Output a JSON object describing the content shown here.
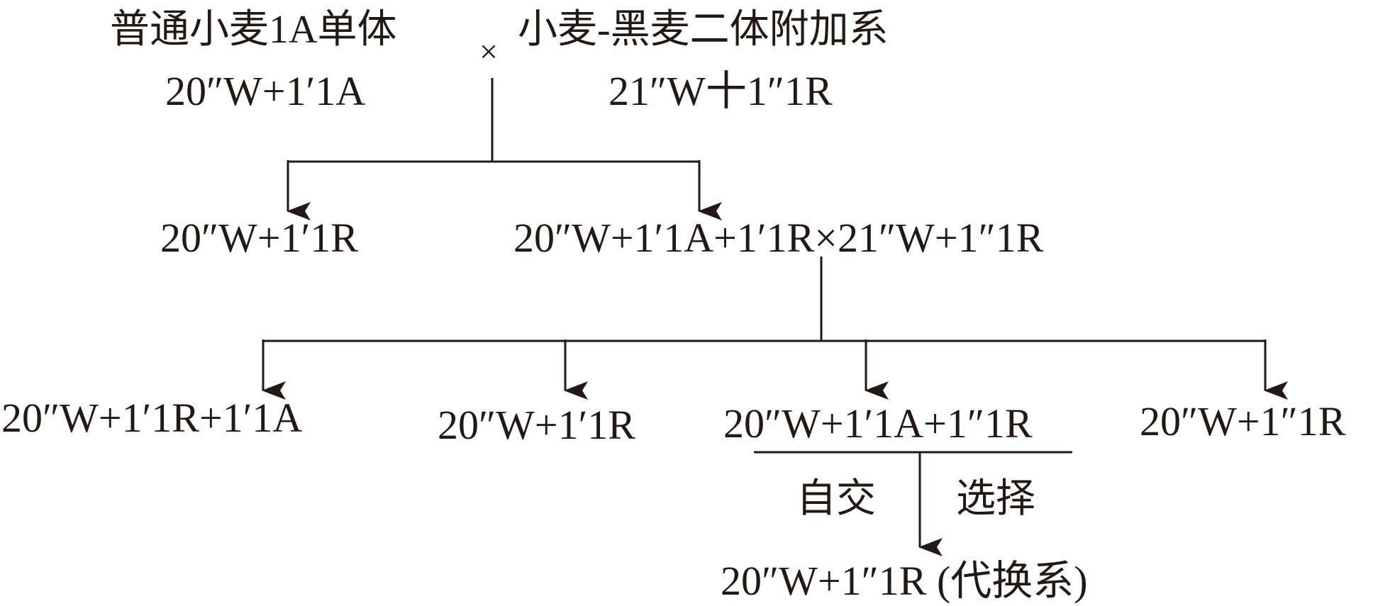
{
  "parents": {
    "left": {
      "name": "普通小麦1A单体",
      "formula": "20″W+1′1A"
    },
    "cross_symbol": "×",
    "right": {
      "name": "小麦-黑麦二体附加系",
      "formula": "21″W十1″1R"
    }
  },
  "f1": {
    "left": "20″W+1′1R",
    "right": "20″W+1′1A+1′1R×21″W+1″1R"
  },
  "f2": [
    "20″W+1′1R+1′1A",
    "20″W+1′1R",
    "20″W+1′1A+1″1R",
    "20″W+1″1R"
  ],
  "step": {
    "selfing": "自交",
    "selection": "选择"
  },
  "result": "20″W+1″1R (代换系)",
  "colors": {
    "ink": "#231815",
    "background": "#ffffff"
  }
}
